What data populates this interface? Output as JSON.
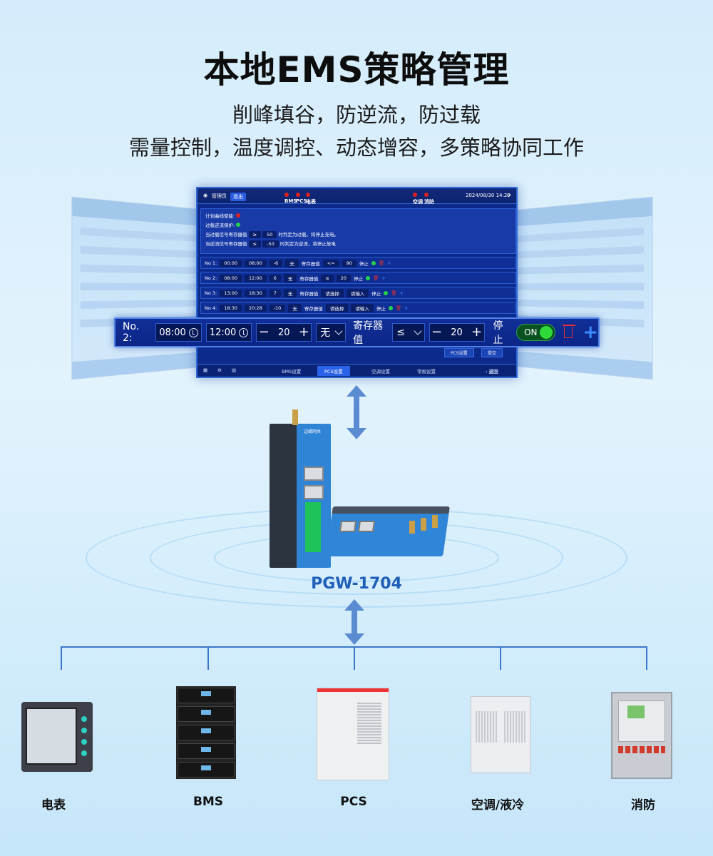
{
  "header": {
    "title": "本地EMS策略管理",
    "subtitle_1": "削峰填谷，防逆流，防过载",
    "subtitle_2": "需量控制，温度调控、动态增容，多策略协同工作"
  },
  "screen": {
    "user": "管理员",
    "user_tag": "退出",
    "status_bms": "BMS",
    "status_pcs": "PCS",
    "status_meter": "电表",
    "status_ac": "空调",
    "status_fire": "消防",
    "datetime": "2024/08/30 14:29",
    "plan_enable": "计划曲线使能:",
    "overload_protect": "过载逆流保护:",
    "overload_rule": "当过载信号寄存器值",
    "overload_op": "≥",
    "overload_value": "50",
    "overload_action": "时判定为过载，将停止充电。",
    "reverse_rule": "当逆流信号寄存器值",
    "reverse_op": "≤",
    "reverse_value": "-50",
    "reverse_action": "时判定为逆流，将停止放电",
    "rows": [
      {
        "no": "No 1:",
        "start": "00:00",
        "end": "08:00",
        "power": "-6",
        "cond": "无",
        "reg": "寄存器值",
        "op": "<=",
        "val": "90",
        "act": "停止"
      },
      {
        "no": "No 2:",
        "start": "08:00",
        "end": "12:00",
        "power": "6",
        "cond": "无",
        "reg": "寄存器值",
        "op": "≤",
        "val": "20",
        "act": "停止"
      },
      {
        "no": "No 3:",
        "start": "13:00",
        "end": "18:30",
        "power": "7",
        "cond": "无",
        "reg": "寄存器值",
        "op": "请选择",
        "val": "请输入",
        "act": "停止"
      },
      {
        "no": "No 4:",
        "start": "18:30",
        "end": "20:28",
        "power": "-10",
        "cond": "无",
        "reg": "寄存器值",
        "op": "请选择",
        "val": "请输入",
        "act": "停止"
      }
    ],
    "btn_pcs_settings": "PCS设置",
    "btn_submit": "提交",
    "nav": [
      "BMS设置",
      "PCS设置",
      "空调设置",
      "常规设置"
    ],
    "back": "返回"
  },
  "zoom": {
    "no": "No. 2:",
    "start": "08:00",
    "end": "12:00",
    "power": "20",
    "cond": "无",
    "reg": "寄存器值",
    "op": "≤",
    "val": "20",
    "act": "停止",
    "toggle": "ON"
  },
  "gateway": {
    "model": "PGW-1704",
    "device_label": "边缘网关"
  },
  "devices": [
    "电表",
    "BMS",
    "PCS",
    "空调/液冷",
    "消防"
  ],
  "colors": {
    "screen_bg": "#0c2a8c",
    "accent_blue": "#1f5fb8",
    "toggle_on": "#2fdb3b",
    "delete_red": "#e03030"
  }
}
